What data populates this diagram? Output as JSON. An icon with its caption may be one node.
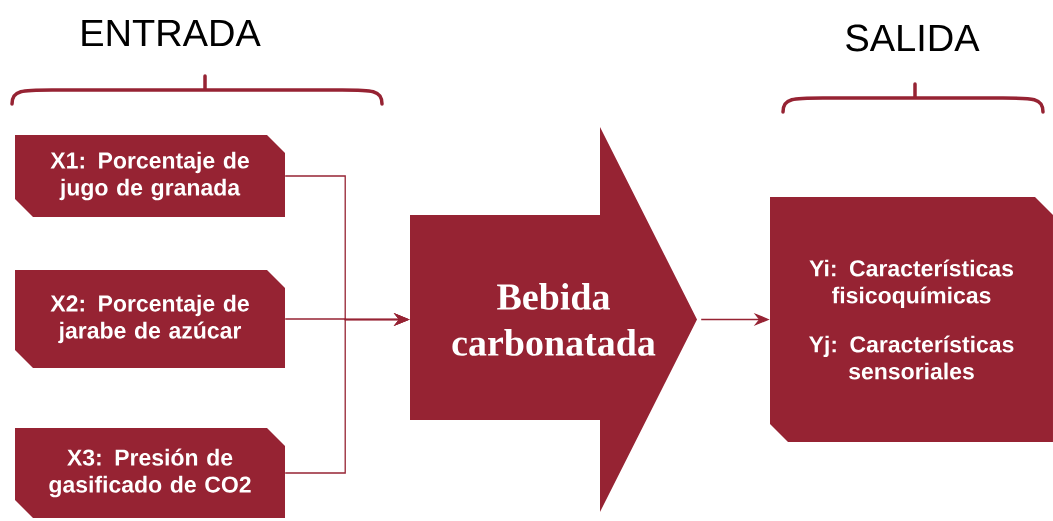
{
  "diagram": {
    "nodes": [
      {
        "text": [
          "X1: Porcentaje de jugo de granada"
        ]
      },
      {
        "text": [
          "X2: Porcentaje de jarabe de azúcar"
        ]
      },
      {
        "text": [
          "X3: Presión de gasificado de CO2"
        ]
      },
      {
        "text": [
          "Bebida carbonatada"
        ]
      },
      {
        "text": [
          "Yi: Características fisicoquímicas",
          "Yj: Características sensoriales"
        ]
      }
    ],
    "edges": [
      {
        "from": 0,
        "to": 3,
        "arrow": "to"
      },
      {
        "from": 1,
        "to": 3,
        "arrow": "to"
      },
      {
        "from": 2,
        "to": 3,
        "arrow": "to"
      },
      {
        "from": 3,
        "to": 4,
        "arrow": "to"
      }
    ],
    "labels": [
      "ENTRADA",
      "SALIDA"
    ]
  }
}
